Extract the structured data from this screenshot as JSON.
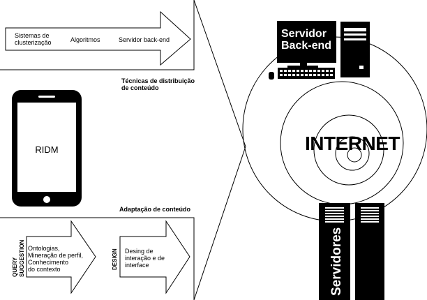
{
  "top_arrow": {
    "items": [
      "Sistemas de\nclusterização",
      "Algoritmos",
      "Servidor back-end"
    ]
  },
  "labels": {
    "distribution": "Técnicas de distribuição\nde conteúdo",
    "adaptation": "Adaptação de conteúdo",
    "device": "RIDM",
    "internet": "INTERNET",
    "backend": "Servidor\nBack-end",
    "servers": "Servidores"
  },
  "bottom": {
    "query_suggestion": "QUERY\nSUGGESTION",
    "query_items": "Ontologias,\nMineração de perfil,\nConhecimento\ndo contexto",
    "design": "DESIGN",
    "design_items": "Desing de\ninteração e de\ninterface"
  },
  "colors": {
    "ink": "#000000",
    "paper": "#ffffff"
  }
}
